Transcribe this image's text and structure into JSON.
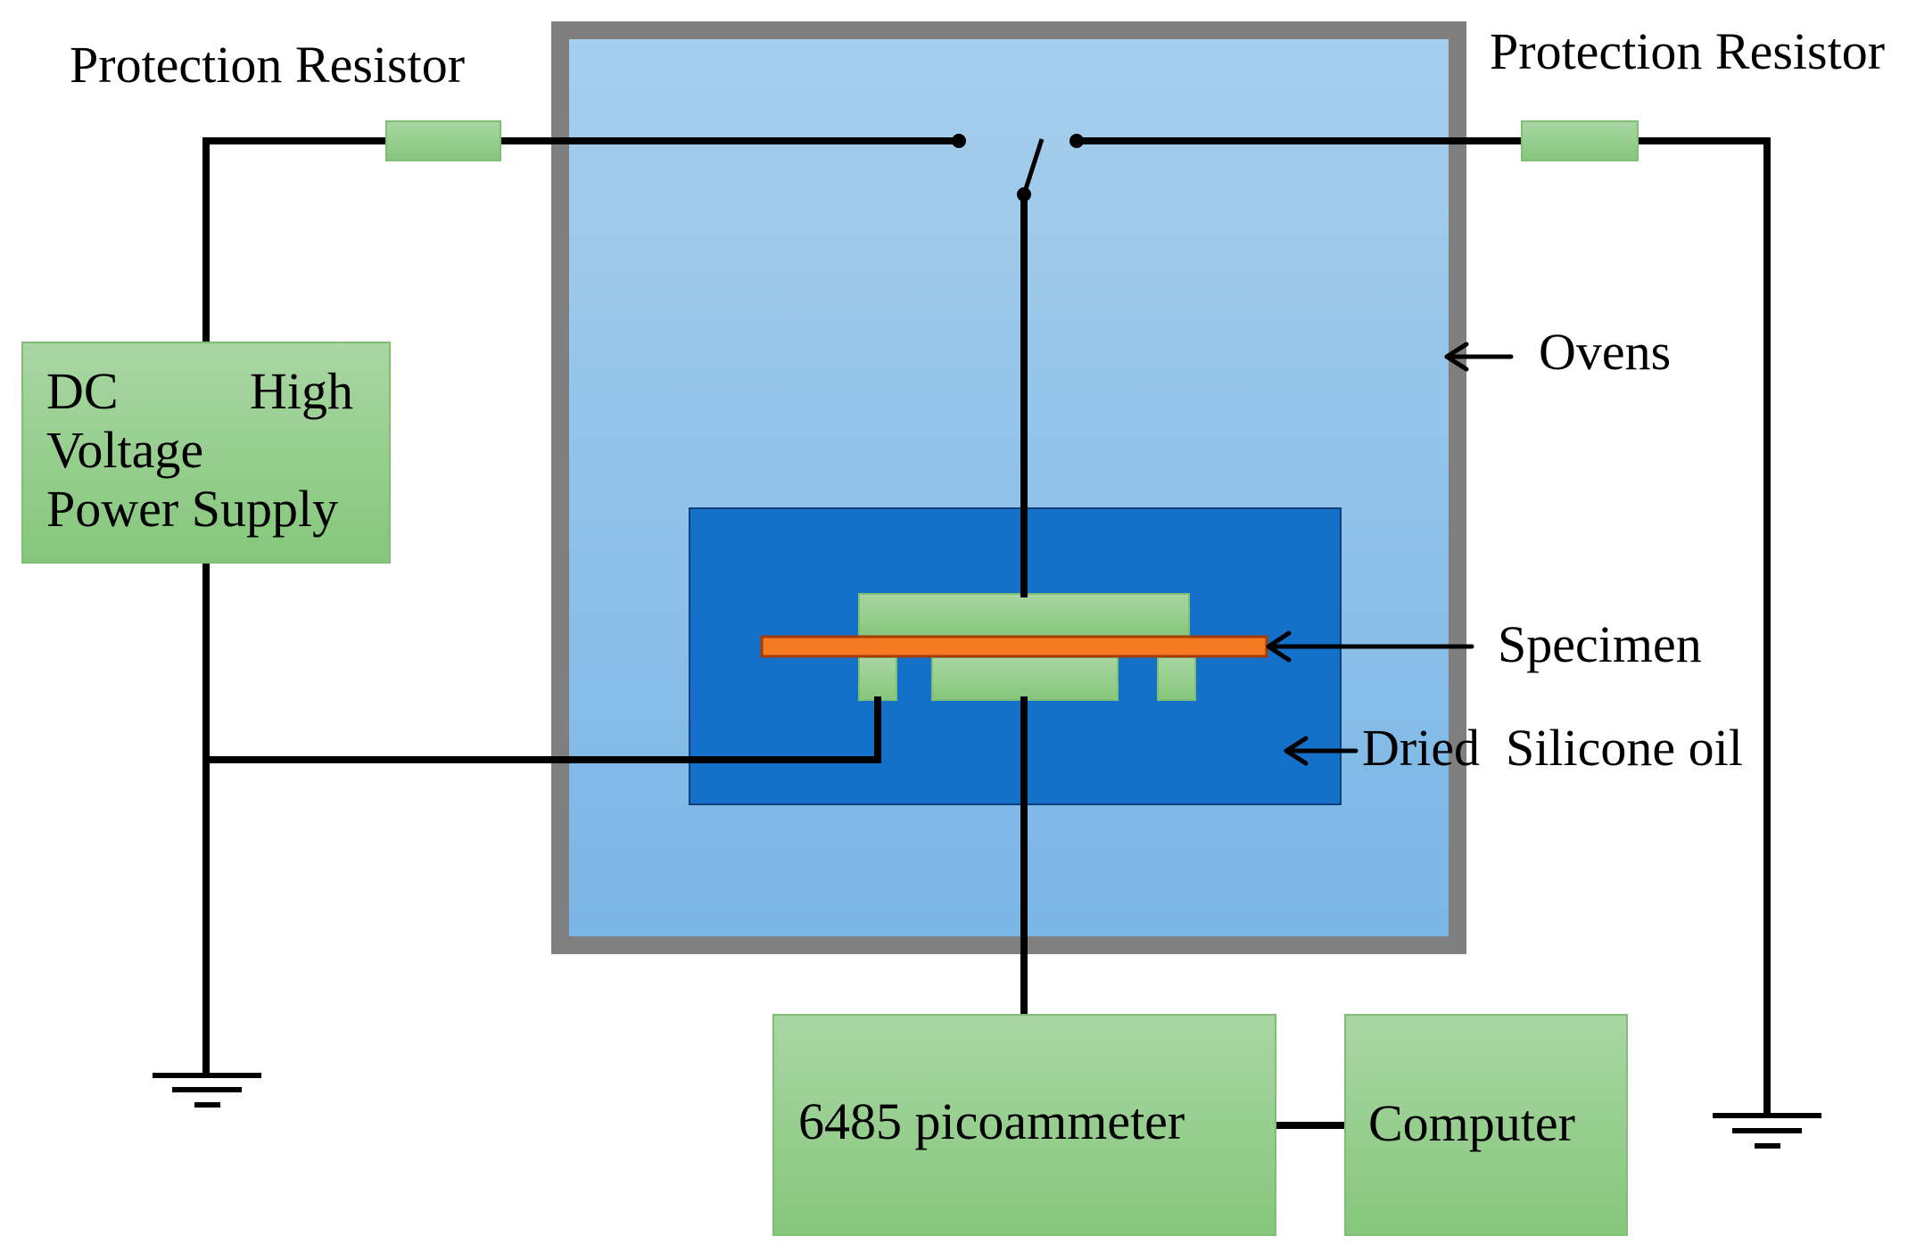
{
  "labels": {
    "resistor_left": "Protection Resistor",
    "resistor_right": "Protection Resistor",
    "ovens": "Ovens",
    "specimen": "Specimen",
    "silicone": "Dried  Silicone oil"
  },
  "boxes": {
    "power_supply": {
      "line1_a": "DC",
      "line1_b": "High",
      "line2": "Voltage",
      "line3": "Power Supply"
    },
    "picoammeter": "6485 picoammeter",
    "computer": "Computer"
  },
  "colors": {
    "green_box_top": "#a9d6a3",
    "green_box_bottom": "#86c77c",
    "green_border": "#7fbf74",
    "oven_wall": "#7f7f7f",
    "oven_top": "#a7ceec",
    "oven_bottom": "#7ab6e6",
    "oil_bath": "#1570c9",
    "specimen": "#f47a22",
    "wire": "#000000"
  }
}
